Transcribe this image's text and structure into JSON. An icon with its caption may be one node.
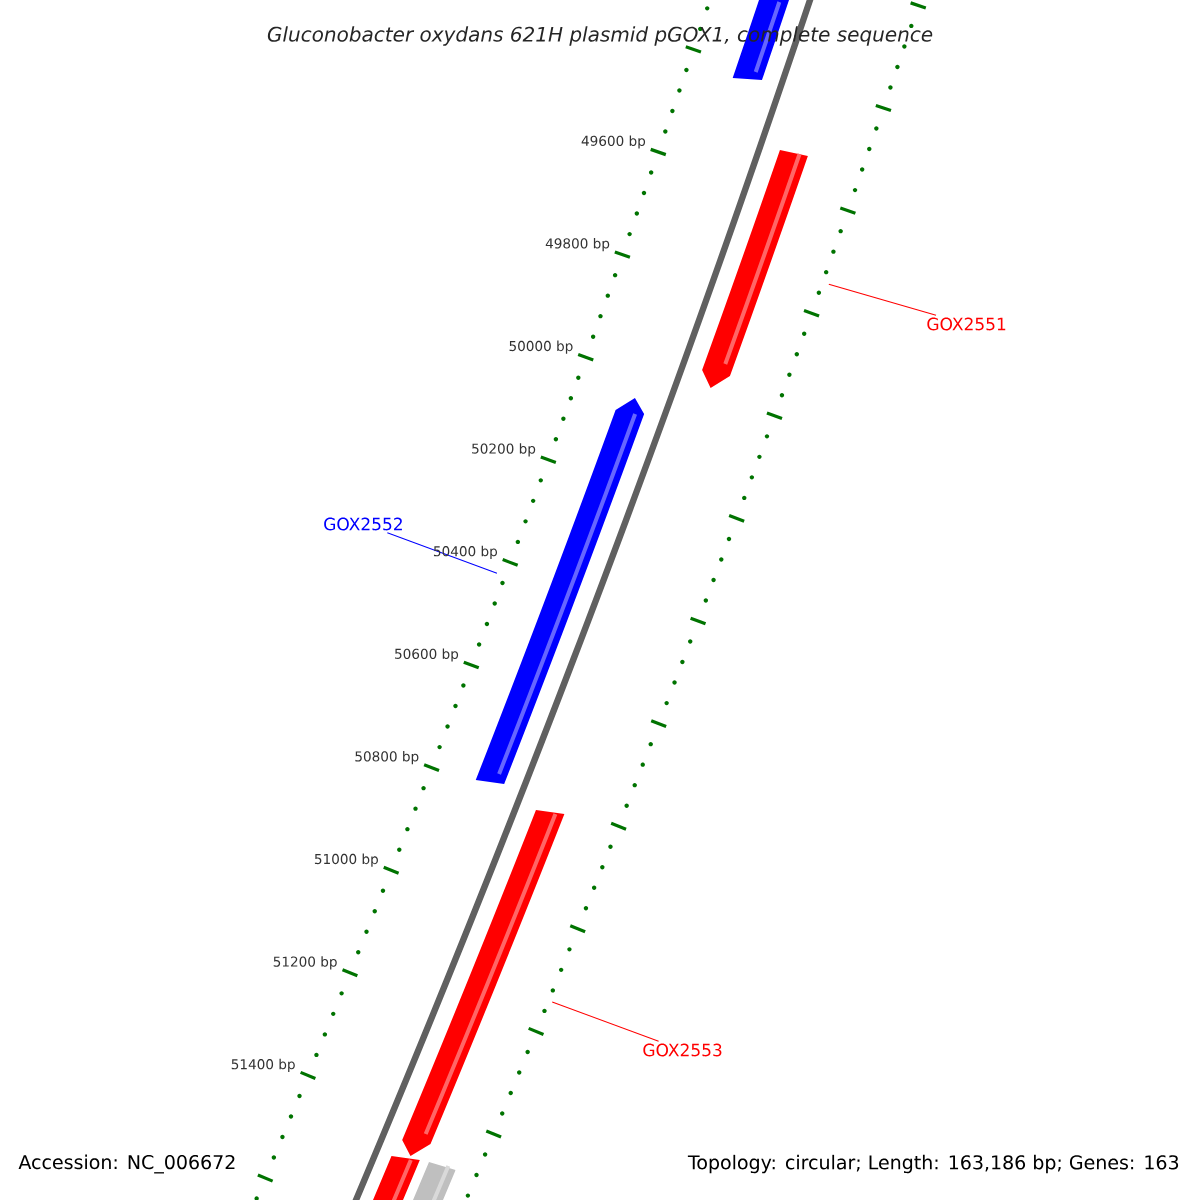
{
  "diagram": {
    "title": "Gluconobacter oxydans 621H plasmid pGOX1, complete sequence",
    "nodes": [
      {
        "text": [],
        "shape": "bar"
      },
      {
        "text": [
          "GOX2551"
        ]
      },
      {
        "text": [],
        "shape": "bar"
      },
      {
        "text": [
          "GOX2552"
        ]
      },
      {
        "text": [],
        "shape": "bar"
      },
      {
        "text": [],
        "shape": "bar"
      },
      {
        "text": [
          "GOX2553"
        ]
      },
      {
        "text": [],
        "shape": "bar"
      },
      {
        "text": [],
        "shape": "bar"
      }
    ],
    "edges": [
      {
        "from": 1,
        "to": 2,
        "arrow": "none"
      },
      {
        "from": 3,
        "to": 4,
        "arrow": "none",
        "color": "#0000ff"
      },
      {
        "from": 6,
        "to": 5,
        "arrow": "none"
      }
    ],
    "labels": [
      "49600 bp",
      "49800 bp",
      "50000 bp",
      "50200 bp",
      "50400 bp",
      "50600 bp",
      "50800 bp",
      "51000 bp",
      "51200 bp",
      "51400 bp",
      "Accession: NC_006672",
      "Topology: circular; Length: 163,186 bp; Genes: 163"
    ]
  }
}
